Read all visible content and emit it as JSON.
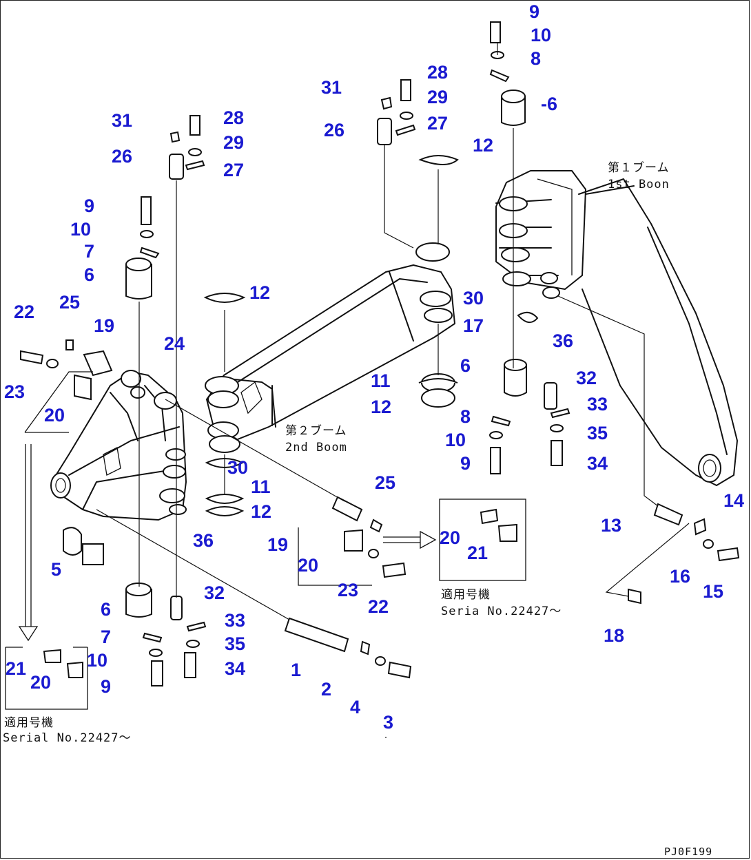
{
  "drawing_code": "PJ0F199",
  "boom_labels": {
    "first_jp": "第１ブーム",
    "first_en": "1st Boon",
    "second_jp": "第２ブーム",
    "second_en": "2nd Boom"
  },
  "serial_note": {
    "jp": "適用号機",
    "left_en": "Serial No.22427～",
    "mid_en": "Seria  No.22427～"
  },
  "callouts": {
    "c9_top": "9",
    "c10_top": "10",
    "c8_top": "8",
    "c6_top": "-6",
    "c28_mid": "28",
    "c31_mid": "31",
    "c29_mid": "29",
    "c26_mid": "26",
    "c27_mid": "27",
    "c12_mid": "12",
    "c31_left": "31",
    "c28_left": "28",
    "c29_left": "29",
    "c26_left": "26",
    "c27_left": "27",
    "c9_left": "9",
    "c10_left": "10",
    "c7_left": "7",
    "c6_left": "6",
    "c12_left": "12",
    "c30_right": "30",
    "c17": "17",
    "c36_right": "36",
    "c22_left": "22",
    "c25_left": "25",
    "c19_left": "19",
    "c24": "24",
    "c23_left": "23",
    "c20_left": "20",
    "c6_right": "6",
    "c11_right": "11",
    "c12_right": "12",
    "c32_right": "32",
    "c33_right": "33",
    "c8_right": "8",
    "c35_right": "35",
    "c10_right": "10",
    "c9_right": "9",
    "c34_right": "34",
    "c30_left": "30",
    "c11_left": "11",
    "c12_low": "12",
    "c36_left": "36",
    "c25_mid": "25",
    "c19_mid": "19",
    "c20_mid": "20",
    "c23_mid": "23",
    "c22_mid": "22",
    "c20_box": "20",
    "c21_box": "21",
    "c14": "14",
    "c13": "13",
    "c16": "16",
    "c15": "15",
    "c18": "18",
    "c5": "5",
    "c6_low": "6",
    "c32_low": "32",
    "c7_low": "7",
    "c33_low": "33",
    "c10_low": "10",
    "c35_low": "35",
    "c9_low": "9",
    "c34_low": "34",
    "c21_lbox": "21",
    "c20_lbox": "20",
    "c1": "1",
    "c2": "2",
    "c4": "4",
    "c3": "3"
  }
}
